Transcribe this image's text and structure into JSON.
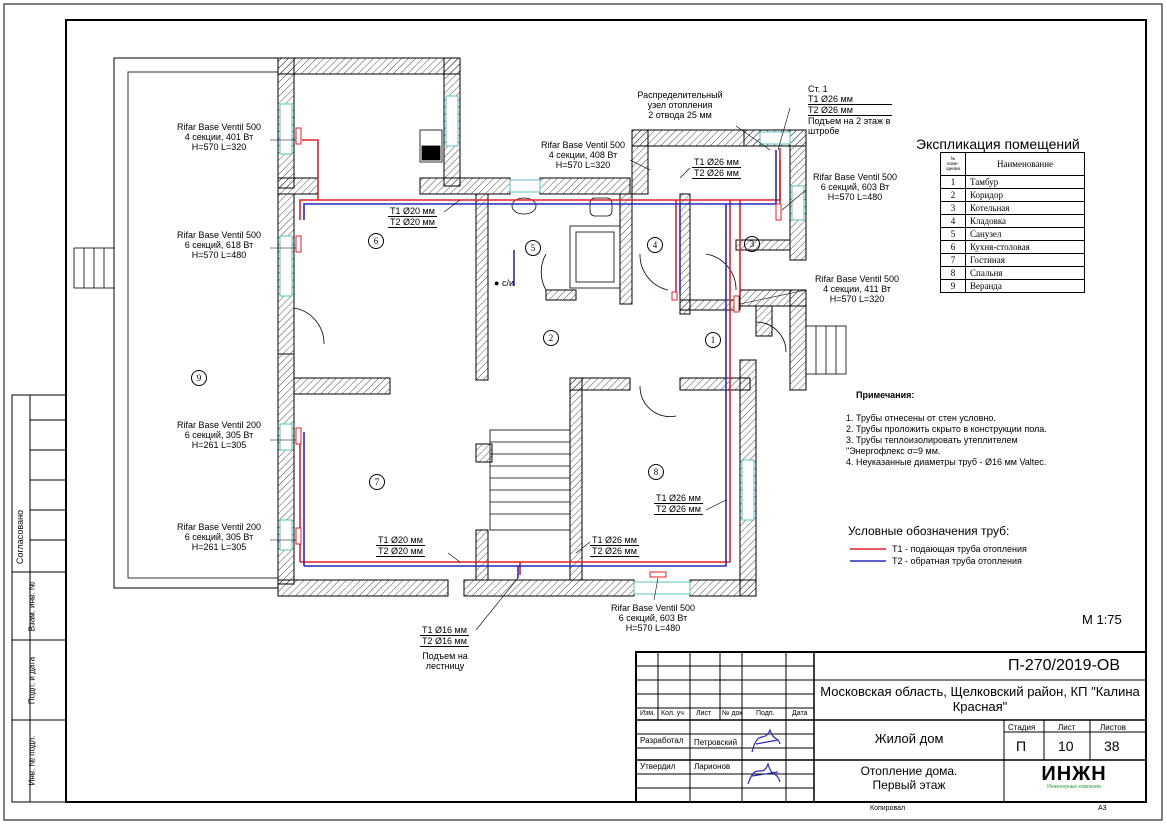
{
  "explication": {
    "title": "Экспликация помещений",
    "header_num": "№ поме-щения",
    "header_name": "Наименование",
    "rooms": [
      {
        "num": "1",
        "name": "Тамбур"
      },
      {
        "num": "2",
        "name": "Коридор"
      },
      {
        "num": "3",
        "name": "Котельная"
      },
      {
        "num": "4",
        "name": "Кладовка"
      },
      {
        "num": "5",
        "name": "Санузел"
      },
      {
        "num": "6",
        "name": "Кухня-столовая"
      },
      {
        "num": "7",
        "name": "Гостиная"
      },
      {
        "num": "8",
        "name": "Спальня"
      },
      {
        "num": "9",
        "name": "Веранда"
      }
    ]
  },
  "radiators": [
    {
      "l1": "Rifar Base Ventil 500",
      "l2": "4 секции, 401 Вт",
      "l3": "H=570 L=320"
    },
    {
      "l1": "Rifar Base Ventil 500",
      "l2": "6 секций, 618 Вт",
      "l3": "H=570 L=480"
    },
    {
      "l1": "Rifar Base Ventil 200",
      "l2": "6 секций, 305 Вт",
      "l3": "H=261 L=305"
    },
    {
      "l1": "Rifar Base Ventil 200",
      "l2": "6 секций, 305 Вт",
      "l3": "H=261 L=305"
    },
    {
      "l1": "Rifar Base Ventil 500",
      "l2": "4 секции, 408 Вт",
      "l3": "H=570 L=320"
    },
    {
      "l1": "Rifar Base Ventil 500",
      "l2": "6 секций, 603 Вт",
      "l3": "H=570 L=480"
    },
    {
      "l1": "Rifar Base Ventil 500",
      "l2": "4 секции, 411 Вт",
      "l3": "H=570 L=320"
    },
    {
      "l1": "Rifar Base Ventil 500",
      "l2": "6 секций, 603 Вт",
      "l3": "H=570 L=480"
    }
  ],
  "pipe_labels": {
    "kitchen_t1": "T1 Ø20 мм",
    "kitchen_t2": "T2 Ø20 мм",
    "storage_t1": "T1 Ø26 мм",
    "storage_t2": "T2 Ø26 мм",
    "living_t1": "T1 Ø20 мм",
    "living_t2": "T2 Ø20 мм",
    "corr_t1": "T1 Ø26 мм",
    "corr_t2": "T2 Ø26 мм",
    "bed_t1": "T1 Ø26 мм",
    "bed_t2": "T2 Ø26 мм",
    "stair_t1": "T1 Ø16 мм",
    "stair_t2": "T2 Ø16 мм",
    "stair_note": "Подъем на лестницу"
  },
  "riser": {
    "l1": "Ст. 1",
    "l2": "T1 Ø26 мм",
    "l3": "T2 Ø26 мм",
    "l4": "Подъем на 2 этаж в штробе"
  },
  "distributor": {
    "l1": "Распределительный",
    "l2": "узел отопления",
    "l3": "2 отвода 25 мм"
  },
  "wc_label": "с/и",
  "room_marks": [
    "1",
    "2",
    "3",
    "4",
    "5",
    "6",
    "7",
    "8",
    "9"
  ],
  "notes": {
    "title": "Примечания:",
    "items": [
      "1.    Трубы отнесены от стен условно.",
      "2.    Трубы проложить скрыто в конструкции пола.",
      "3.    Трубы теплоизолировать утеплителем \"Энергофлекс σ=9 мм.",
      "4.    Неуказанные диаметры труб - Ø16 мм Valtec."
    ]
  },
  "legend": {
    "title": "Условные обозначения  труб:",
    "t1": "T1 - подающая труба отопления",
    "t2": "T2 - обратная труба отопления",
    "t1_color": "#e0222a",
    "t2_color": "#2a2ab8"
  },
  "scale": "М 1:75",
  "title_block": {
    "code": "П-270/2019-ОВ",
    "location": "Московская область, Щелковский район, КП \"Калина Красная\"",
    "object": "Жилой дом",
    "sheet_title": "Отопление дома. Первый этаж",
    "stage_h": "Стадия",
    "sheet_h": "Лист",
    "sheets_h": "Листов",
    "stage": "П",
    "sheet": "10",
    "sheets": "38",
    "col_heads": [
      "Изм.",
      "Кол. уч",
      "Лист",
      "№ док",
      "Подп.",
      "Дата"
    ],
    "dev_role": "Разработал",
    "dev_name": "Петровский",
    "app_role": "Утвердил",
    "app_name": "Ларионов",
    "copied": "Копировал",
    "format": "А3",
    "logo": "ИНЖН",
    "logo_sub": "Инженерные компании"
  },
  "side_stamps": [
    "Согласовано",
    "Взам. инв. №",
    "Подп. и дата",
    "Инв. № подл."
  ]
}
